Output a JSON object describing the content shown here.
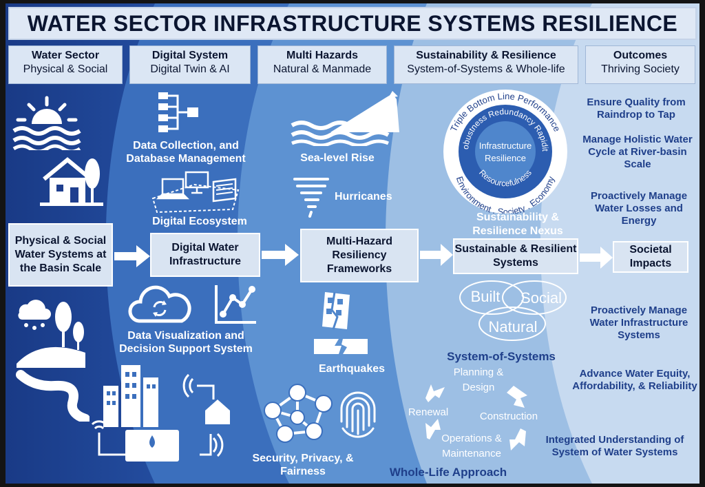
{
  "title": "WATER SECTOR INFRASTRUCTURE SYSTEMS RESILIENCE",
  "columns": [
    {
      "title": "Water Sector",
      "subtitle": "Physical & Social"
    },
    {
      "title": "Digital System",
      "subtitle": "Digital Twin & AI"
    },
    {
      "title": "Multi Hazards",
      "subtitle": "Natural & Manmade"
    },
    {
      "title": "Sustainability & Resilience",
      "subtitle": "System-of-Systems & Whole-life"
    },
    {
      "title": "Outcomes",
      "subtitle": "Thriving Society"
    }
  ],
  "flow": [
    "Physical & Social Water Systems at the Basin Scale",
    "Digital Water Infrastructure",
    "Multi-Hazard Resiliency Frameworks",
    "Sustainable & Resilient Systems",
    "Societal Impacts"
  ],
  "digital": {
    "data_collection": "Data Collection, and Database Management",
    "ecosystem": "Digital Ecosystem",
    "visualization": "Data Visualization and Decision Support System"
  },
  "hazards": {
    "sea_level": "Sea-level Rise",
    "hurricanes": "Hurricanes",
    "earthquakes": "Earthquakes",
    "security": "Security, Privacy, & Fairness"
  },
  "resilience_ring": {
    "center_line1": "Infrastructure",
    "center_line2": "Resilience",
    "outer_top": "Triple Bottom Line Performance",
    "outer_bottom": "Environment . Society . Economy",
    "inner_top": "Robustness Redundancy Rapidity",
    "inner_bottom": "Resourcefulness"
  },
  "nexus": "Sustainability & Resilience Nexus",
  "venn": [
    "Built",
    "Social",
    "Natural"
  ],
  "system_of_systems": "System-of-Systems",
  "whole_life": {
    "title": "Whole-Life Approach",
    "stages": [
      "Planning & Design",
      "Construction",
      "Operations & Maintenance",
      "Renewal"
    ]
  },
  "outcomes": [
    "Ensure Quality from Raindrop to Tap",
    "Manage Holistic Water Cycle at River-basin Scale",
    "Proactively Manage Water Losses and Energy",
    "Proactively Manage Water Infrastructure Systems",
    "Advance Water Equity, Affordability, & Reliability",
    "Integrated Understanding of System of Water Systems"
  ],
  "colors": {
    "band1": "#1f3f8f",
    "band2": "#2c5db0",
    "band3": "#4f86cc",
    "band4": "#86afdc",
    "band5": "#c1d6ee",
    "accent_text": "#1f3f8a"
  }
}
